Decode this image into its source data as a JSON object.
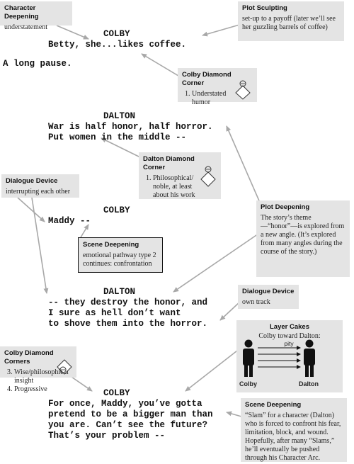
{
  "script": {
    "colby1_name": "COLBY",
    "colby1_line": "Betty, she...likes coffee.",
    "action": "A long pause.",
    "dalton1_name": "DALTON",
    "dalton1_lines": "War is half honor, half horror.\nPut women in the middle --",
    "colby2_name": "COLBY",
    "colby2_line": "Maddy --",
    "dalton2_name": "DALTON",
    "dalton2_lines": "-- they destroy the honor, and\nI sure as hell don’t want\nto shove them into the horror.",
    "colby3_name": "COLBY",
    "colby3_lines": "For once, Maddy, you’ve gotta\npretend to be a bigger man than\nyou are. Can’t see the future?\nThat’s your problem --"
  },
  "notes": {
    "character_deepening": {
      "title": "Character Deepening",
      "body": "understatement"
    },
    "plot_sculpting": {
      "title": "Plot Sculpting",
      "body": "set-up to a payoff (later we’ll see her guzzling barrels of coffee)"
    },
    "colby_diamond_corner": {
      "title": "Colby Diamond Corner",
      "items": [
        "Understated humor"
      ]
    },
    "dalton_diamond_corner": {
      "title": "Dalton Diamond Corner",
      "items": [
        "Philosophical/ noble, at least about his work"
      ]
    },
    "dialogue_device_1": {
      "title": "Dialogue Device",
      "body": "interrupting each other"
    },
    "plot_deepening": {
      "title": "Plot Deepening",
      "body": "The story’s theme—“honor”—is explored from a new angle. (It’s explored from many angles during the course of the story.)"
    },
    "scene_deepening_1": {
      "title": "Scene Deepening",
      "body": "emotional pathway type 2 continues: confrontation"
    },
    "dialogue_device_2": {
      "title": "Dialogue Device",
      "body": "own track"
    },
    "colby_diamond_corners": {
      "title": "Colby Diamond Corners",
      "items": [
        "Wise/philosophical insight",
        "Progressive"
      ],
      "start": 3
    },
    "layer_cakes": {
      "title": "Layer Cakes",
      "subtitle": "Colby toward Dalton:",
      "arrow_label": "pity",
      "left_label": "Colby",
      "right_label": "Dalton"
    },
    "scene_deepening_2": {
      "title": "Scene Deepening",
      "body": "“Slam” for a character (Dalton) who is forced to confront his fear, limitation, block, and wound. Hopefully, after many “Slams,” he’ll eventually be pushed through his Character Arc."
    }
  },
  "colors": {
    "box_fill": "#e4e4e4",
    "ink": "#111111",
    "connector": "#a8a8a8"
  },
  "icons": [
    "diamond-icon",
    "person-icon"
  ]
}
